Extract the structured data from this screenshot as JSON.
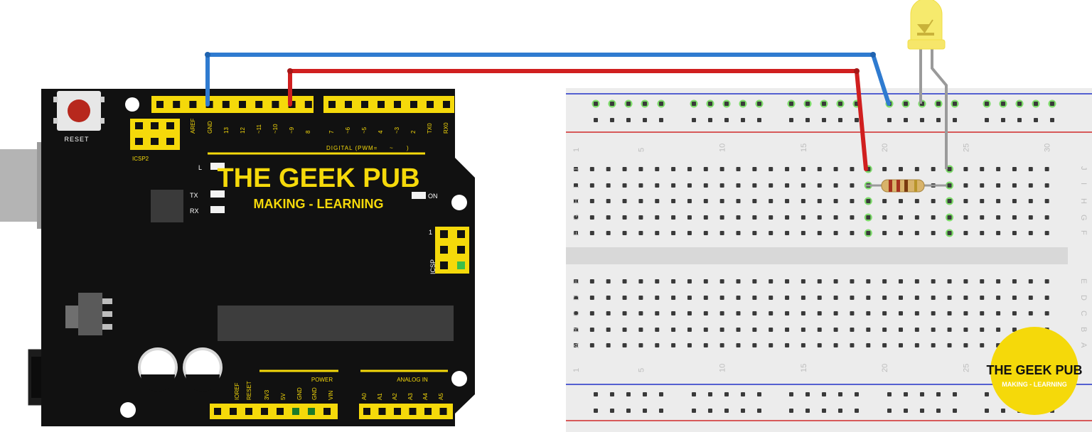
{
  "arduino": {
    "reset_label": "RESET",
    "icsp2_label": "ICSP2",
    "aref_label": "AREF",
    "gnd_label": "GND",
    "digital_pins": [
      "13",
      "12",
      "~11",
      "~10",
      "~9",
      "8",
      "7",
      "~6",
      "~5",
      "4",
      "~3",
      "2",
      "TX0",
      "RX0"
    ],
    "digital_label": "DIGITAL (PWM=",
    "digital_label_tilde": "~",
    "digital_label_close": ")",
    "led_l": "L",
    "led_tx": "TX",
    "led_rx": "RX",
    "on_label": "ON",
    "brand_title": "THE GEEK PUB",
    "brand_subtitle": "MAKING - LEARNING",
    "icsp_label": "ICSP",
    "icsp_pin1": "1",
    "power_label": "POWER",
    "power_pins": [
      "IOREF",
      "RESET",
      "3V3",
      "5V",
      "GND",
      "GND",
      "VIN"
    ],
    "analog_label": "ANALOG IN",
    "analog_pins": [
      "A0",
      "A1",
      "A2",
      "A3",
      "A4",
      "A5"
    ]
  },
  "breadboard": {
    "column_numbers": [
      "1",
      "5",
      "10",
      "15",
      "20",
      "25",
      "30"
    ],
    "top_rows": [
      "J",
      "I",
      "H",
      "G",
      "F"
    ],
    "bottom_rows": [
      "E",
      "D",
      "C",
      "B",
      "A"
    ]
  },
  "logo": {
    "title": "THE GEEK PUB",
    "subtitle": "MAKING - LEARNING"
  },
  "colors": {
    "board": "#111111",
    "accent_yellow": "#f5d90a",
    "wire_blue": "#2f7bd0",
    "wire_red": "#d01f1f",
    "breadboard": "#ececec",
    "rail_blue": "#2232c8",
    "rail_red": "#d02a2a",
    "active_hole": "#7ddb6a",
    "led_yellow": "#f6ea6d"
  },
  "icons": {
    "reset_button": "reset-button-icon",
    "usb_port": "usb-port-icon",
    "power_jack": "power-jack-icon",
    "led": "led-icon",
    "resistor": "resistor-icon"
  }
}
